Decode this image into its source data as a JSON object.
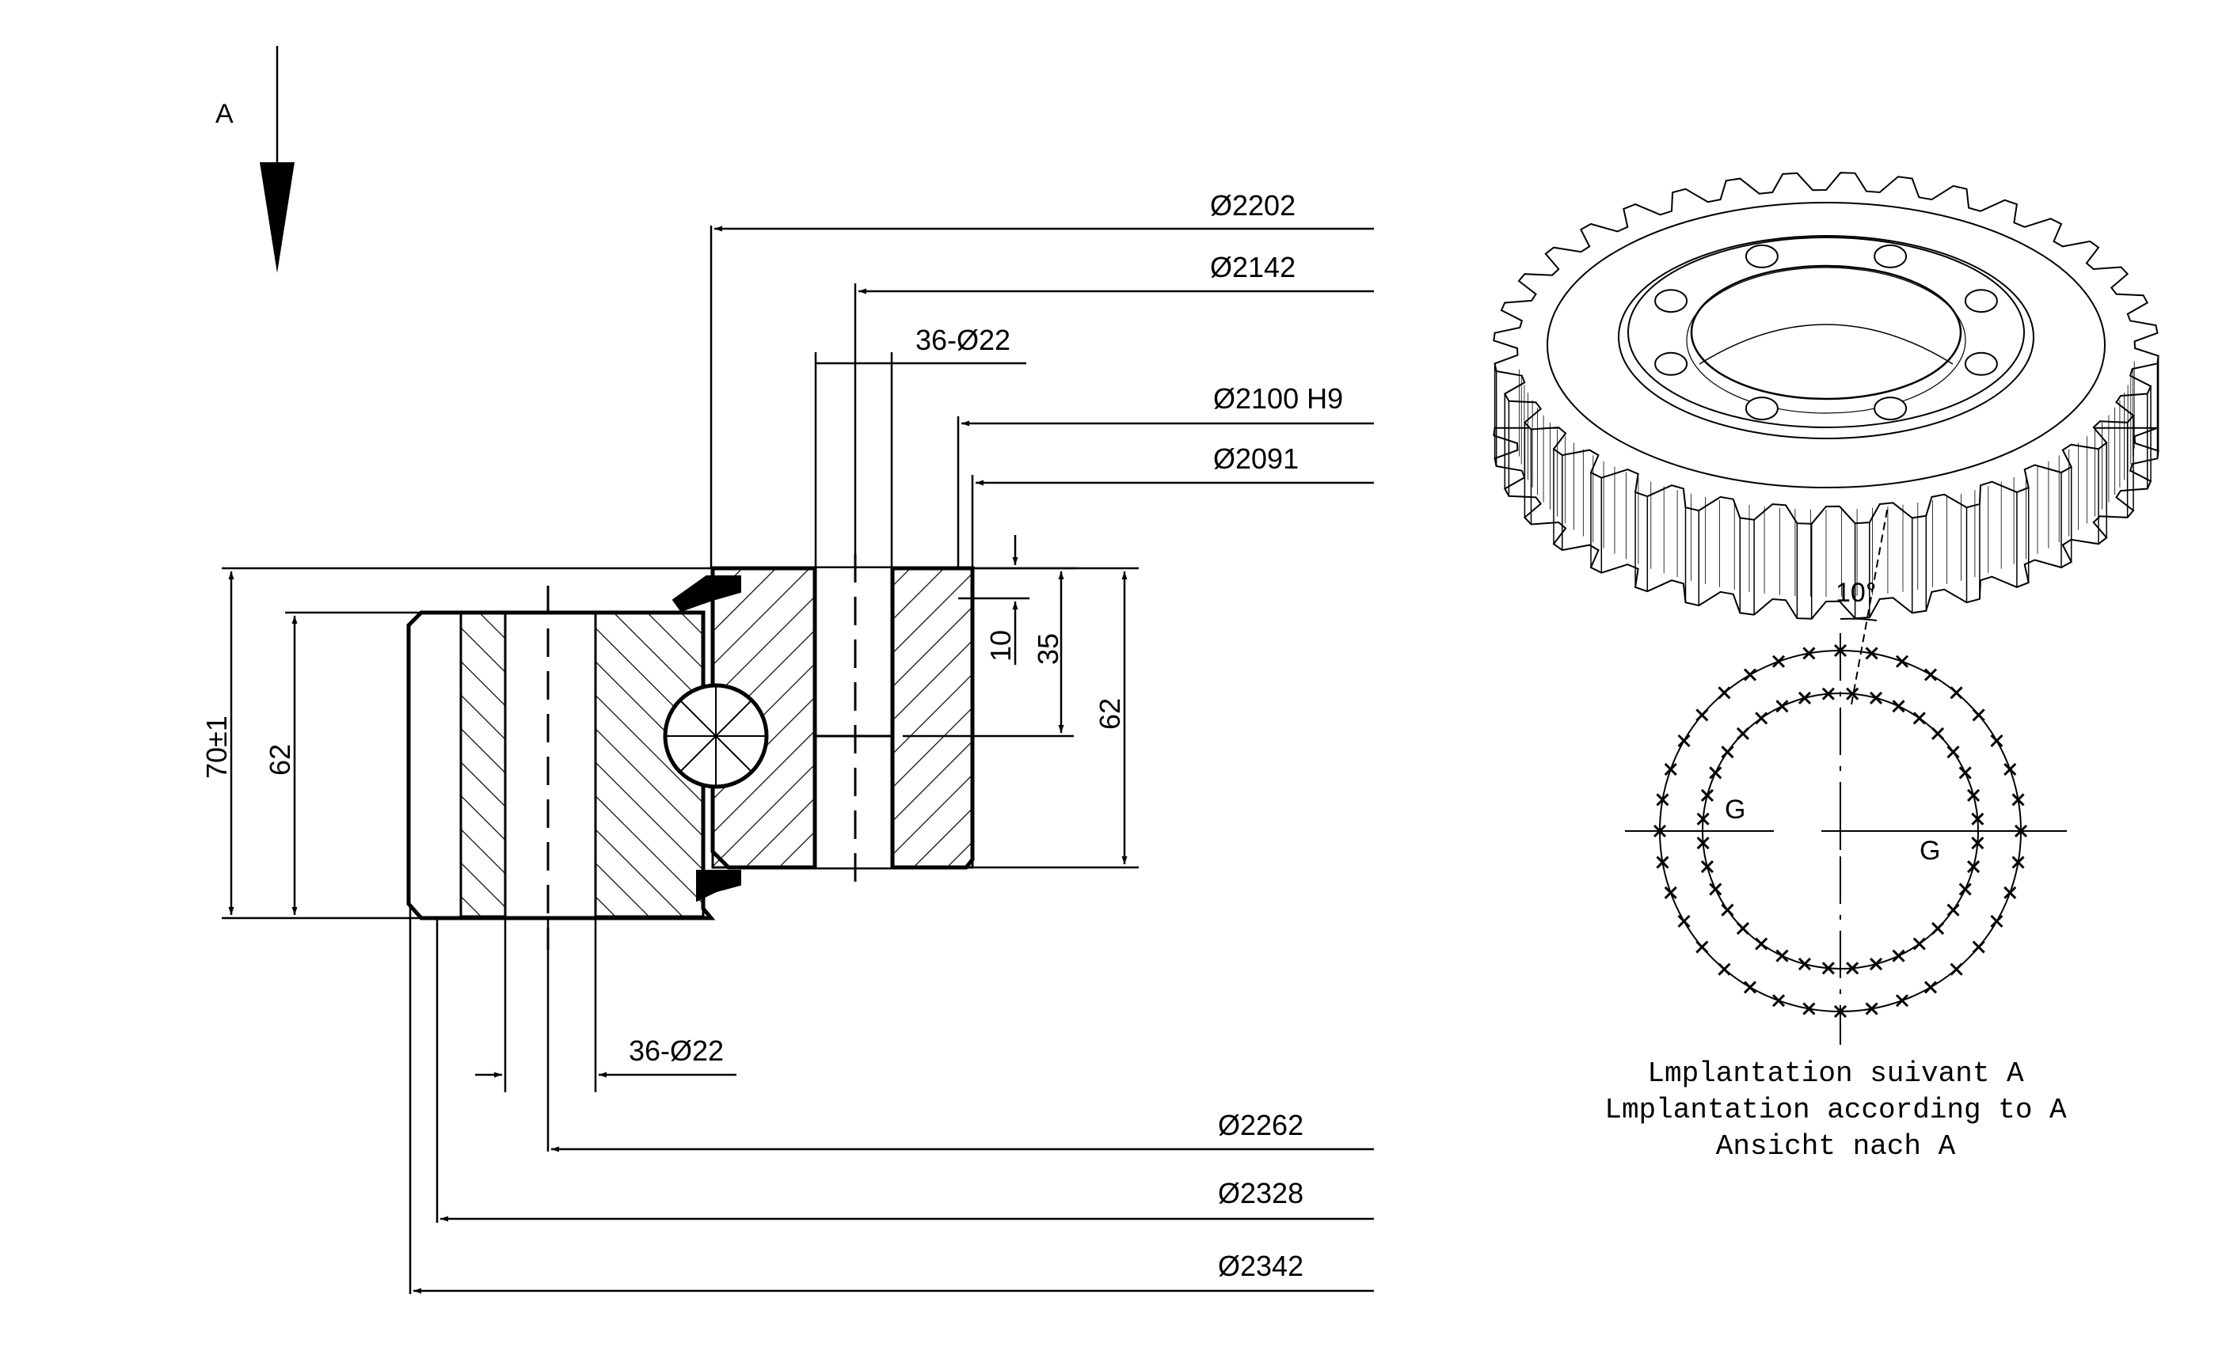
{
  "view_label": "A",
  "dimensions": {
    "dia_2202": "Ø2202",
    "dia_2142": "Ø2142",
    "holes_top": "36-Ø22",
    "dia_2100": "Ø2100 H9",
    "dia_2091": "Ø2091",
    "dim_10": "10",
    "dim_35": "35",
    "dim_62_right": "62",
    "dim_70": "70±1",
    "dim_62_left": "62",
    "holes_bottom": "36-Ø22",
    "dia_2262": "Ø2262",
    "dia_2328": "Ø2328",
    "dia_2342": "Ø2342"
  },
  "hole_pattern": {
    "angle_label": "10°",
    "g_left": "G",
    "g_right": "G",
    "caption_fr": "Lmplantation suivant A",
    "caption_en": "Lmplantation according to A",
    "caption_de": "Ansicht nach A",
    "inner_hole_count": 36,
    "outer_hole_count": 36
  },
  "gear_illustration": {
    "mounting_hole_count": 8
  },
  "colors": {
    "line": "#000000",
    "background": "#ffffff"
  }
}
